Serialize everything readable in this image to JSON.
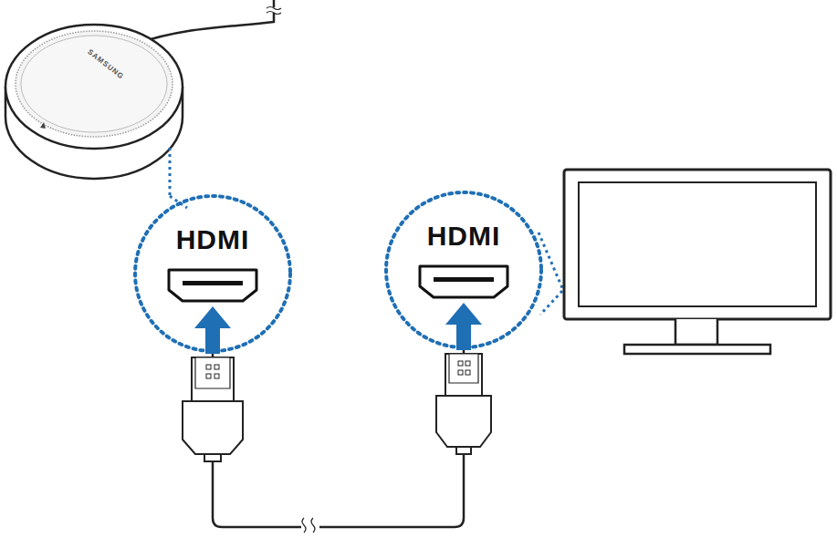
{
  "diagram": {
    "nodes": [
      {
        "text": [
          "HDMI"
        ]
      },
      {
        "text": [
          "HDMI"
        ]
      }
    ],
    "edges": [
      {
        "from": 0,
        "to": 1,
        "arrow": "none"
      }
    ],
    "labels": [
      "SAMSUNG"
    ]
  }
}
